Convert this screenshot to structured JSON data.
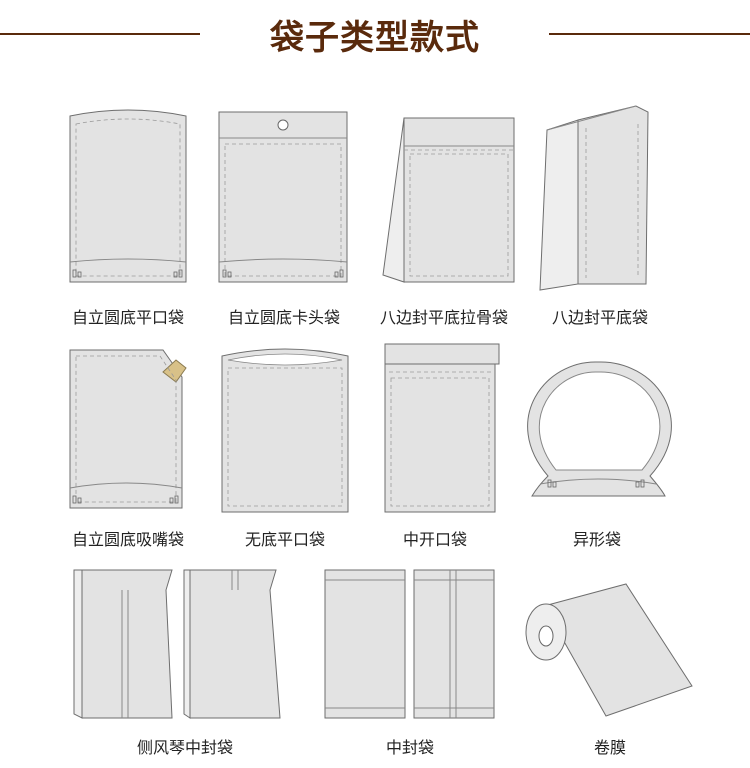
{
  "title": "袋子类型款式",
  "colors": {
    "accent": "#5a2a0c",
    "bag_fill": "#e3e3e3",
    "bag_stroke": "#6e6e6e"
  },
  "items": [
    {
      "label": "自立圆底平口袋"
    },
    {
      "label": "自立圆底卡头袋"
    },
    {
      "label": "八边封平底拉骨袋"
    },
    {
      "label": "八边封平底袋"
    },
    {
      "label": "自立圆底吸嘴袋"
    },
    {
      "label": "无底平口袋"
    },
    {
      "label": "中开口袋"
    },
    {
      "label": "异形袋"
    },
    {
      "label": "侧风琴中封袋"
    },
    {
      "label": "中封袋"
    },
    {
      "label": "卷膜"
    }
  ]
}
